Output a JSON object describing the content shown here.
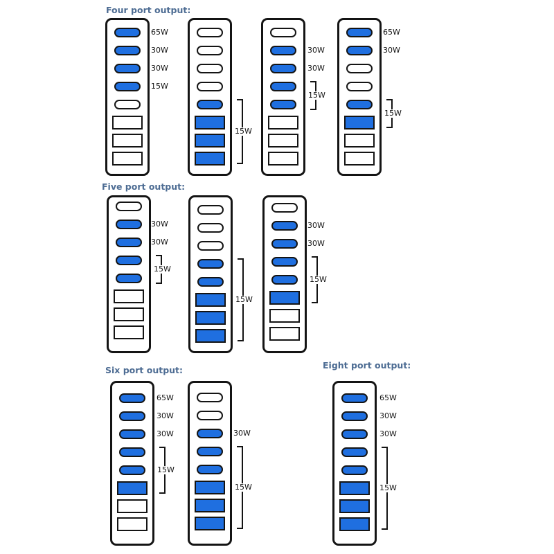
{
  "colors": {
    "active": "#1f6fe0",
    "inactive": "#ffffff",
    "outline": "#141414",
    "heading": "#4d6c93"
  },
  "sections": {
    "four": {
      "title": "Four port output:"
    },
    "five": {
      "title": "Five port output:"
    },
    "six": {
      "title": "Six port output:"
    },
    "eight": {
      "title": "Eight port output:"
    }
  },
  "devices": [
    {
      "id": "four-a",
      "active": [
        1,
        1,
        1,
        1,
        0,
        0,
        0,
        0
      ],
      "labels": {
        "0": "65W",
        "1": "30W",
        "2": "30W",
        "3": "15W"
      },
      "bracket": null
    },
    {
      "id": "four-b",
      "active": [
        0,
        0,
        0,
        0,
        1,
        1,
        1,
        1
      ],
      "labels": {},
      "bracket": {
        "from": 4,
        "to": 7,
        "label": "15W"
      }
    },
    {
      "id": "four-c",
      "active": [
        0,
        1,
        1,
        1,
        1,
        0,
        0,
        0
      ],
      "labels": {
        "1": "30W",
        "2": "30W"
      },
      "bracket": {
        "from": 3,
        "to": 4,
        "label": "15W"
      }
    },
    {
      "id": "four-d",
      "active": [
        1,
        1,
        0,
        0,
        1,
        1,
        0,
        0
      ],
      "labels": {
        "0": "65W",
        "1": "30W"
      },
      "bracket": {
        "from": 4,
        "to": 5,
        "label": "15W"
      }
    },
    {
      "id": "five-a",
      "active": [
        0,
        1,
        1,
        1,
        1,
        0,
        0,
        0
      ],
      "labels": {
        "1": "30W",
        "2": "30W"
      },
      "bracket": {
        "from": 3,
        "to": 4,
        "label": "15W"
      }
    },
    {
      "id": "five-b",
      "active": [
        0,
        0,
        0,
        1,
        1,
        1,
        1,
        1
      ],
      "labels": {},
      "bracket": {
        "from": 3,
        "to": 7,
        "label": "15W"
      }
    },
    {
      "id": "five-c",
      "active": [
        0,
        1,
        1,
        1,
        1,
        1,
        0,
        0
      ],
      "labels": {
        "1": "30W",
        "2": "30W"
      },
      "bracket": {
        "from": 3,
        "to": 5,
        "label": "15W"
      }
    },
    {
      "id": "six-a",
      "active": [
        1,
        1,
        1,
        1,
        1,
        1,
        0,
        0
      ],
      "labels": {
        "0": "65W",
        "1": "30W",
        "2": "30W"
      },
      "bracket": {
        "from": 3,
        "to": 5,
        "label": "15W"
      }
    },
    {
      "id": "six-b",
      "active": [
        0,
        0,
        1,
        1,
        1,
        1,
        1,
        1
      ],
      "labels": {
        "2": "30W"
      },
      "bracket": {
        "from": 3,
        "to": 7,
        "label": "15W"
      }
    },
    {
      "id": "eight-a",
      "active": [
        1,
        1,
        1,
        1,
        1,
        1,
        1,
        1
      ],
      "labels": {
        "0": "65W",
        "1": "30W",
        "2": "30W"
      },
      "bracket": {
        "from": 3,
        "to": 7,
        "label": "15W"
      }
    }
  ]
}
